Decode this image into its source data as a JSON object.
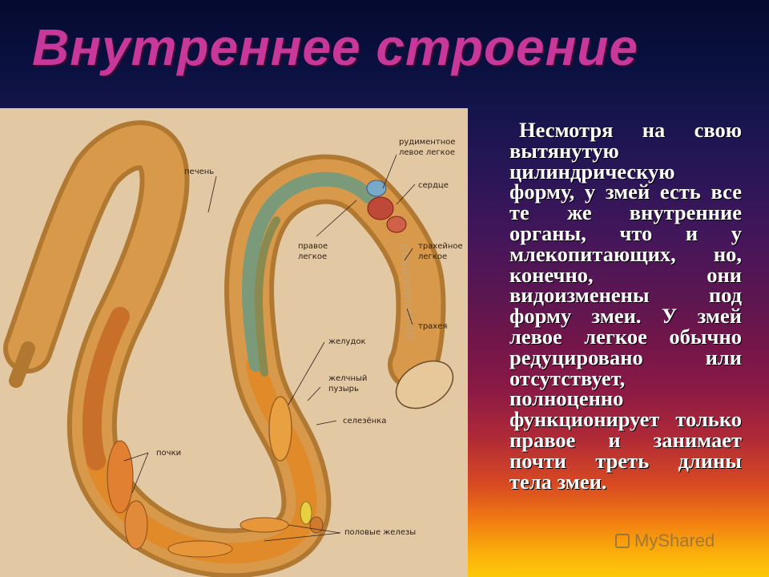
{
  "title": "Внутреннее строение",
  "figure": {
    "labels": {
      "liver": "печень",
      "rudimentary_left_lung_1": "рудиментное",
      "rudimentary_left_lung_2": "левое легкое",
      "heart": "сердце",
      "right_lung_1": "правое",
      "right_lung_2": "легкое",
      "tracheal_lung_1": "трахейное",
      "tracheal_lung_2": "легкое",
      "trachea": "трахея",
      "stomach": "желудок",
      "gallbladder_1": "желчный",
      "gallbladder_2": "пузырь",
      "spleen": "селезёнка",
      "kidneys": "почки",
      "gonads": "половые железы"
    }
  },
  "body_text": "Несмотря на свою вытянутую цилиндрическую форму, у змей есть все те же внутренние органы, что и у млекопитающих, но, конечно, они видоизменены под форму змеи. У змей левое легкое обычно редуцировано или отсутствует, полноценно функционирует только правое и занимает почти треть длины тела змеи.",
  "watermark": "MyShared"
}
